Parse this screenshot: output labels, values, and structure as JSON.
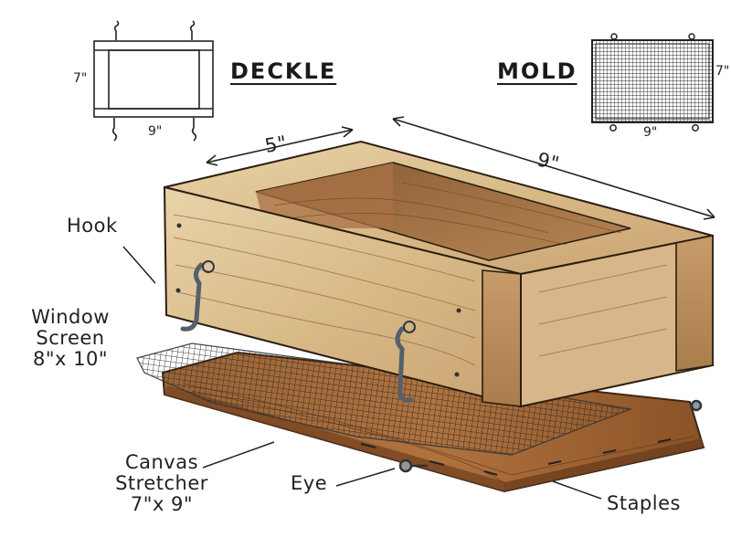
{
  "diagram": {
    "deckle": {
      "title": "DECKLE",
      "dim_height": "7\"",
      "dim_width": "9\""
    },
    "mold": {
      "title": "MOLD",
      "dim_height": "7\"",
      "dim_width": "9\""
    },
    "box_dim_width": "5\"",
    "box_dim_length": "9\"",
    "labels": {
      "hook": "Hook",
      "screen_line1": "Window",
      "screen_line2": "Screen",
      "screen_line3": "8\"x 10\"",
      "canvas_line1": "Canvas",
      "canvas_line2": "Stretcher",
      "canvas_line3": "7\"x 9\"",
      "eye": "Eye",
      "staples": "Staples"
    }
  }
}
